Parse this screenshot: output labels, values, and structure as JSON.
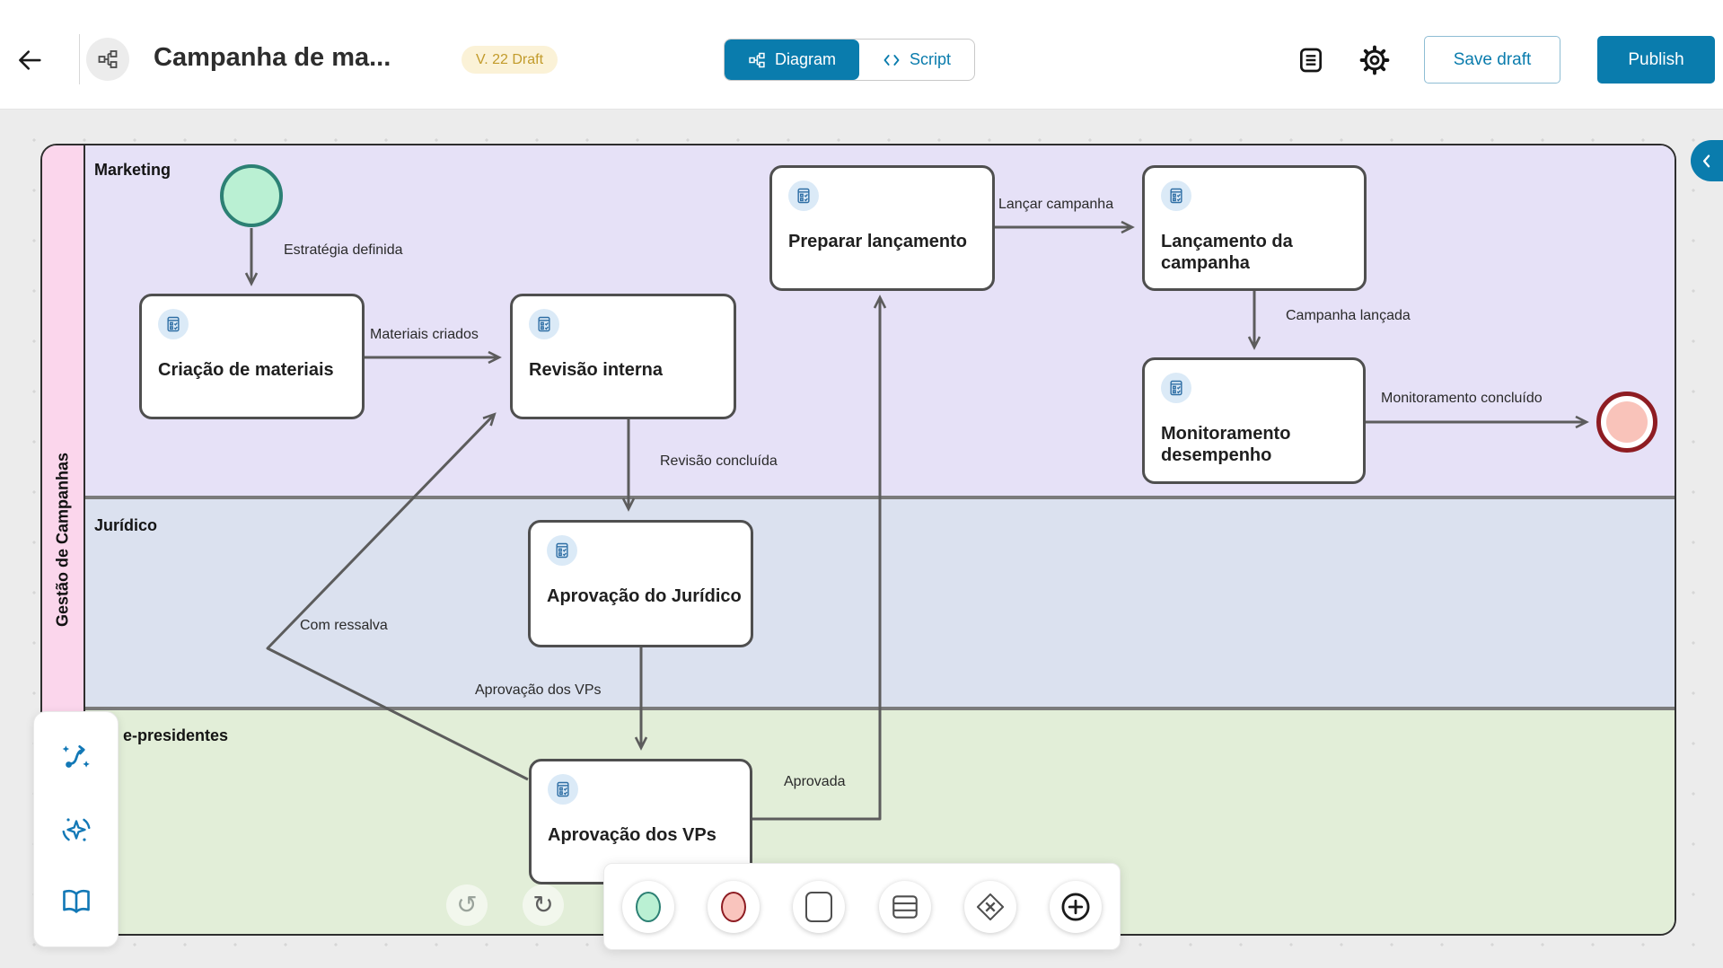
{
  "header": {
    "title": "Campanha de ma...",
    "version_badge": "V. 22 Draft",
    "tabs": [
      {
        "label": "Diagram",
        "active": true
      },
      {
        "label": "Script",
        "active": false
      }
    ],
    "save_draft_label": "Save draft",
    "publish_label": "Publish"
  },
  "pool": {
    "label": "Gestão de Campanhas",
    "lanes": [
      {
        "label": "Marketing",
        "color": "#e6e1f7"
      },
      {
        "label": "Jurídico",
        "color": "#dbe1ef"
      },
      {
        "label": "e-presidentes",
        "color": "#e2eed8"
      }
    ]
  },
  "nodes": {
    "start_event": {
      "type": "start-event"
    },
    "criacao": {
      "label": "Criação de materiais"
    },
    "revisao": {
      "label": "Revisão interna"
    },
    "aprovacao_juridico": {
      "label": "Aprovação do Jurídico"
    },
    "aprovacao_vps": {
      "label": "Aprovação dos VPs"
    },
    "preparar": {
      "label": "Preparar lançamento"
    },
    "lancamento": {
      "label": "Lançamento da campanha"
    },
    "monitoramento": {
      "label": "Monitoramento desempenho"
    },
    "end_event": {
      "type": "end-event"
    }
  },
  "edge_labels": {
    "estrategia": "Estratégia definida",
    "materiais": "Materiais criados",
    "revisao_concluida": "Revisão concluída",
    "lancar": "Lançar campanha",
    "campanha_lancada": "Campanha lançada",
    "monitoramento_concluido": "Monitoramento concluído",
    "com_ressalva": "Com ressalva",
    "aprovacao_vps": "Aprovação dos VPs",
    "aprovada": "Aprovada"
  },
  "toolbar": {
    "undo_glyph": "↺",
    "redo_glyph": "↻"
  },
  "icons": {
    "left_panel": [
      "flow-sparkles-icon",
      "ai-sparkle-icon",
      "open-book-icon"
    ],
    "palette": [
      "start-event-shape",
      "end-event-shape",
      "task-shape",
      "lanes-icon",
      "gateway-icon",
      "add-icon"
    ]
  },
  "colors": {
    "accent_blue": "#0a7cad",
    "badge_bg": "#fbf2d7",
    "badge_text": "#c29b2b",
    "pool_strip_pink": "#fbd6ec",
    "start_fill": "#baf0d3",
    "start_border": "#2c8074",
    "end_fill": "#f9c3ba",
    "end_border": "#8e1c22",
    "edge_stroke": "#5c5c5c"
  }
}
